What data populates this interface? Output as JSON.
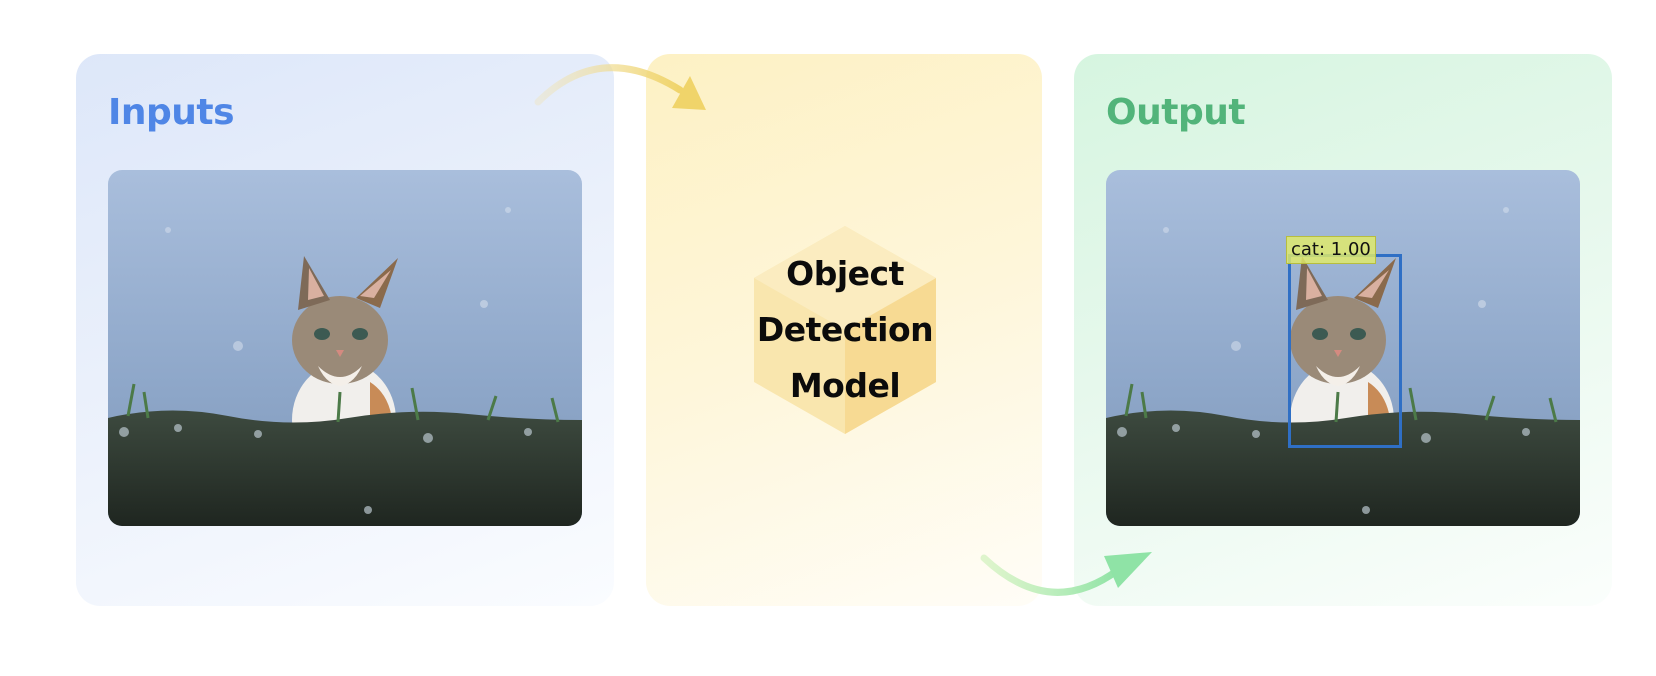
{
  "inputs": {
    "title": "Inputs",
    "image": "cat-photo"
  },
  "model": {
    "line1": "Object",
    "line2": "Detection",
    "line3": "Model",
    "icon": "hexagon-cube"
  },
  "output": {
    "title": "Output",
    "image": "cat-photo-annotated",
    "detection": {
      "label": "cat: 1.00"
    }
  },
  "colors": {
    "inputs_accent": "#4f86e6",
    "output_accent": "#52b47a",
    "model_fill": "#f9e2a4",
    "box_stroke": "#2f6fc5",
    "arrow_in": "#f0d46a",
    "arrow_out": "#8fe3a6"
  }
}
